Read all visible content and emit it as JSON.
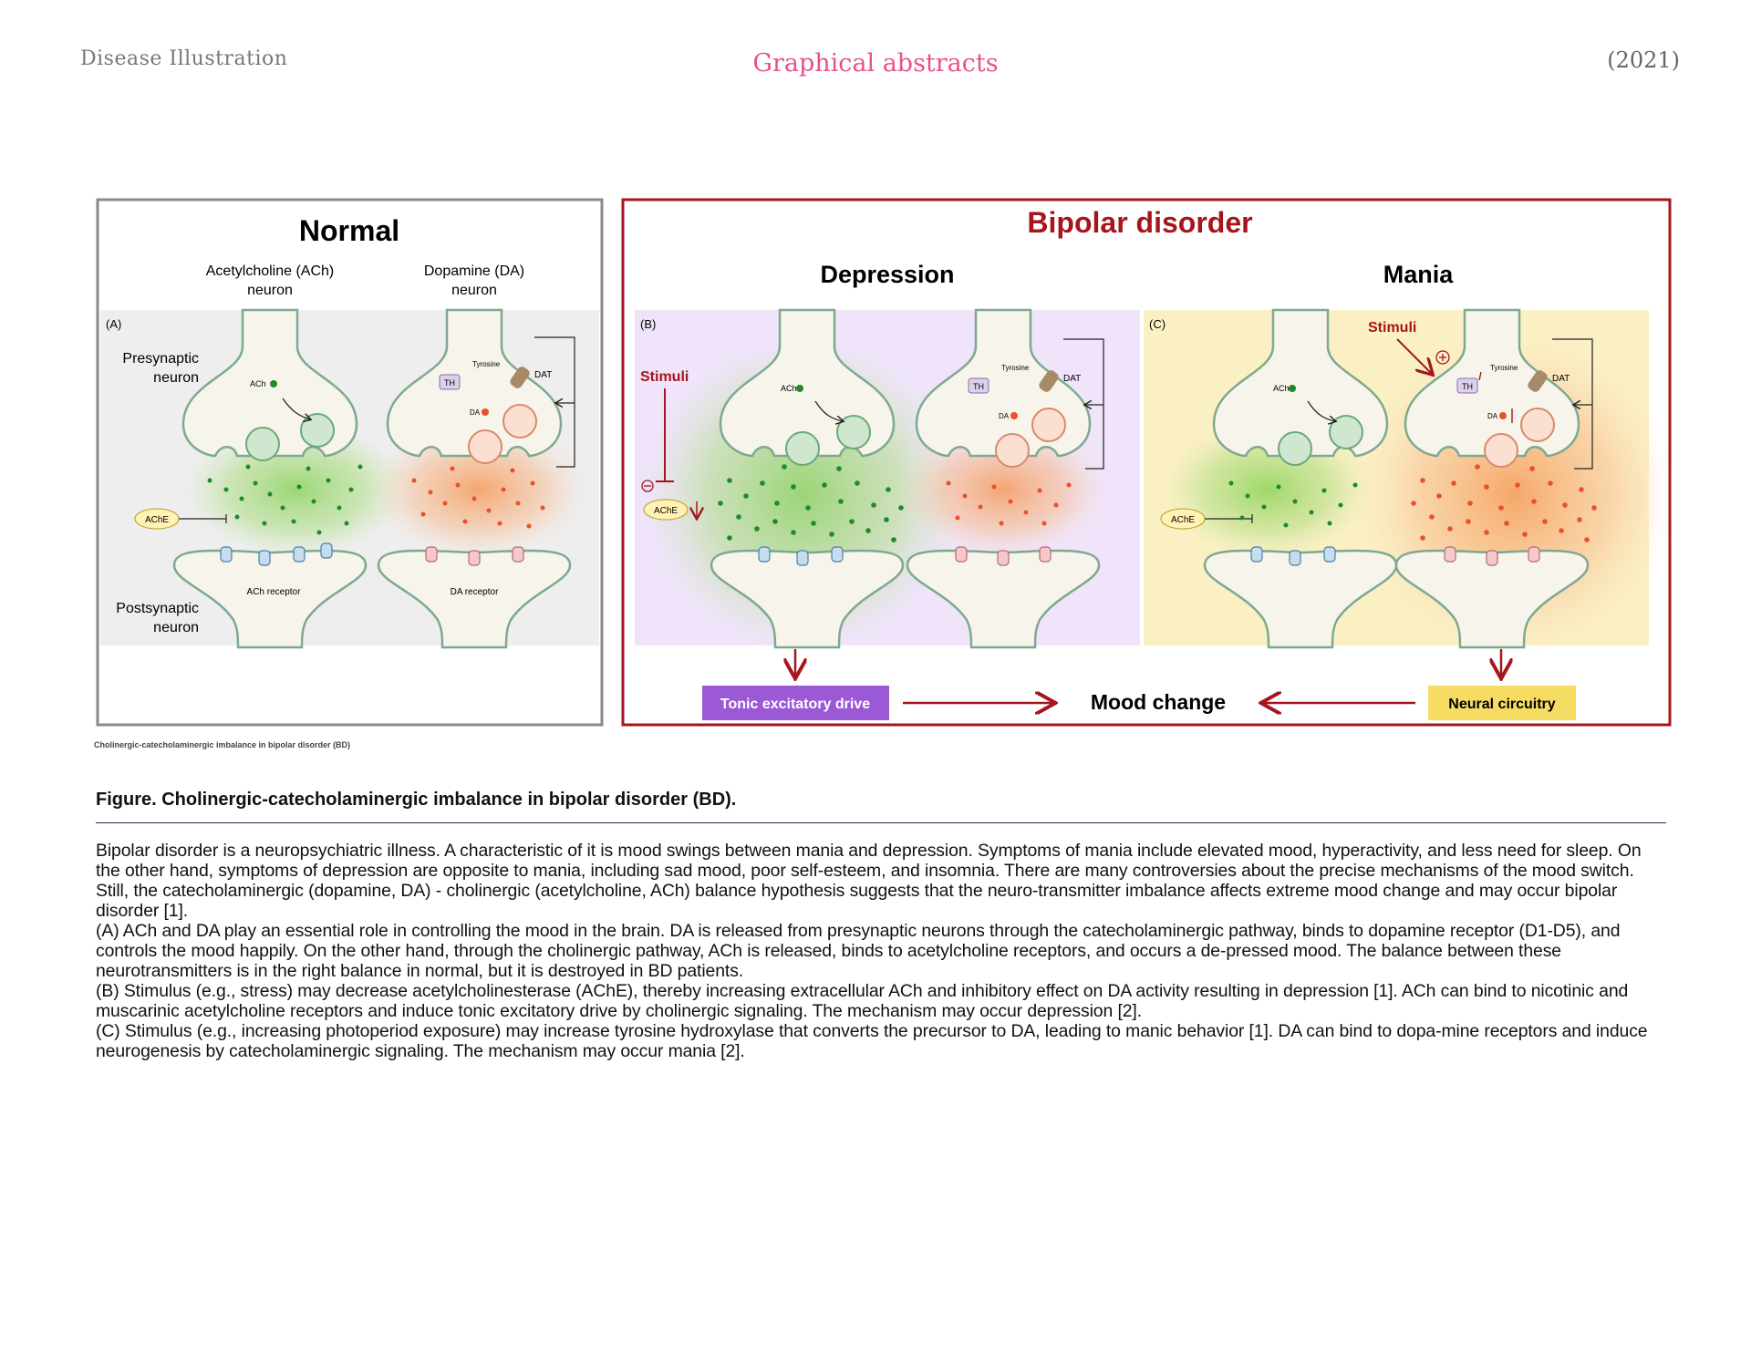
{
  "header": {
    "left": "Disease  Illustration",
    "center": "Graphical abstracts",
    "right": "(2021)"
  },
  "figure": {
    "normal": {
      "title": "Normal",
      "ach_neuron": [
        "Acetylcholine (ACh)",
        "neuron"
      ],
      "da_neuron": [
        "Dopamine (DA)",
        "neuron"
      ],
      "panel": "(A)",
      "presynaptic": [
        "Presynaptic",
        "neuron"
      ],
      "postsynaptic": [
        "Postsynaptic",
        "neuron"
      ],
      "ach_receptor": "ACh receptor",
      "da_receptor": "DA receptor",
      "tiny_caption": "Cholinergic-catecholaminergic imbalance in bipolar disorder (BD)"
    },
    "bipolar": {
      "title": "Bipolar disorder",
      "depression": "Depression",
      "mania": "Mania",
      "panel_b": "(B)",
      "panel_c": "(C)",
      "stimuli": "Stimuli",
      "tonic": "Tonic excitatory drive",
      "mood": "Mood change",
      "neural": "Neural circuitry"
    },
    "labels": {
      "ach": "ACh",
      "da": "DA",
      "ache": "AChE",
      "th": "TH",
      "tyrosine": "Tyrosine",
      "dat": "DAT"
    },
    "colors": {
      "normal_border": "#8a8a8a",
      "bipolar_red": "#a5161c",
      "tonic_bg": "#9b59d6",
      "neural_bg": "#f6dc62",
      "ach_green": "#1e8a2a",
      "da_orange": "#e9502c",
      "depression_bg": "#efe4fa",
      "mania_bg": "#fbf0c4"
    }
  },
  "caption": {
    "title": "Figure. Cholinergic-catecholaminergic imbalance in bipolar disorder (BD).",
    "paragraphs": [
      "Bipolar disorder is a neuropsychiatric illness. A characteristic of it is mood swings between mania and depression. Symptoms of mania include elevated mood, hyperactivity, and less need for sleep. On the other hand, symptoms of depression are opposite to mania, including sad mood, poor self-esteem, and insomnia. There are many controversies about the precise mechanisms of the mood switch. Still, the catecholaminergic (dopamine, DA) - cholinergic (acetylcholine, ACh) balance hypothesis suggests that the neuro-transmitter imbalance affects extreme mood change and may occur bipolar disorder [1].",
      "(A) ACh and DA play an essential role in controlling the mood in the brain. DA is released from presynaptic neurons through the catecholaminergic pathway, binds to dopamine receptor (D1-D5), and controls the mood happily. On the other hand, through the cholinergic pathway, ACh is released, binds to acetylcholine receptors, and occurs a de-pressed mood. The balance between these neurotransmitters is in the right balance in normal, but it is destroyed in BD patients.",
      "(B) Stimulus (e.g., stress) may decrease acetylcholinesterase (AChE), thereby increasing extracellular ACh and inhibitory effect on DA activity resulting in depression [1]. ACh can bind to nicotinic and muscarinic acetylcholine receptors and induce tonic excitatory drive by cholinergic signaling. The mechanism may occur depression [2].",
      "(C) Stimulus (e.g., increasing photoperiod exposure) may increase tyrosine hydroxylase that converts the precursor to DA, leading to manic behavior [1]. DA can bind to dopa-mine receptors and induce neurogenesis by catecholaminergic signaling. The mechanism may occur mania [2]."
    ]
  }
}
